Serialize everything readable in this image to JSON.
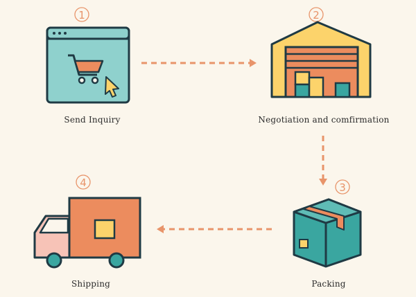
{
  "steps": [
    {
      "number": "1",
      "label": "Send Inquiry",
      "icon": "browser-cart-icon"
    },
    {
      "number": "2",
      "label": "Negotiation and comfirmation",
      "icon": "warehouse-icon"
    },
    {
      "number": "3",
      "label": "Packing",
      "icon": "box-icon"
    },
    {
      "number": "4",
      "label": "Shipping",
      "icon": "truck-icon"
    }
  ],
  "colors": {
    "background": "#fbf6ec",
    "accent": "#e8946a",
    "teal": "#3aa6a0",
    "light_teal": "#8fd1cd",
    "orange": "#ec8c5e",
    "yellow": "#fcd36b",
    "pink": "#f7c3b7",
    "outline": "#1f3a44"
  }
}
